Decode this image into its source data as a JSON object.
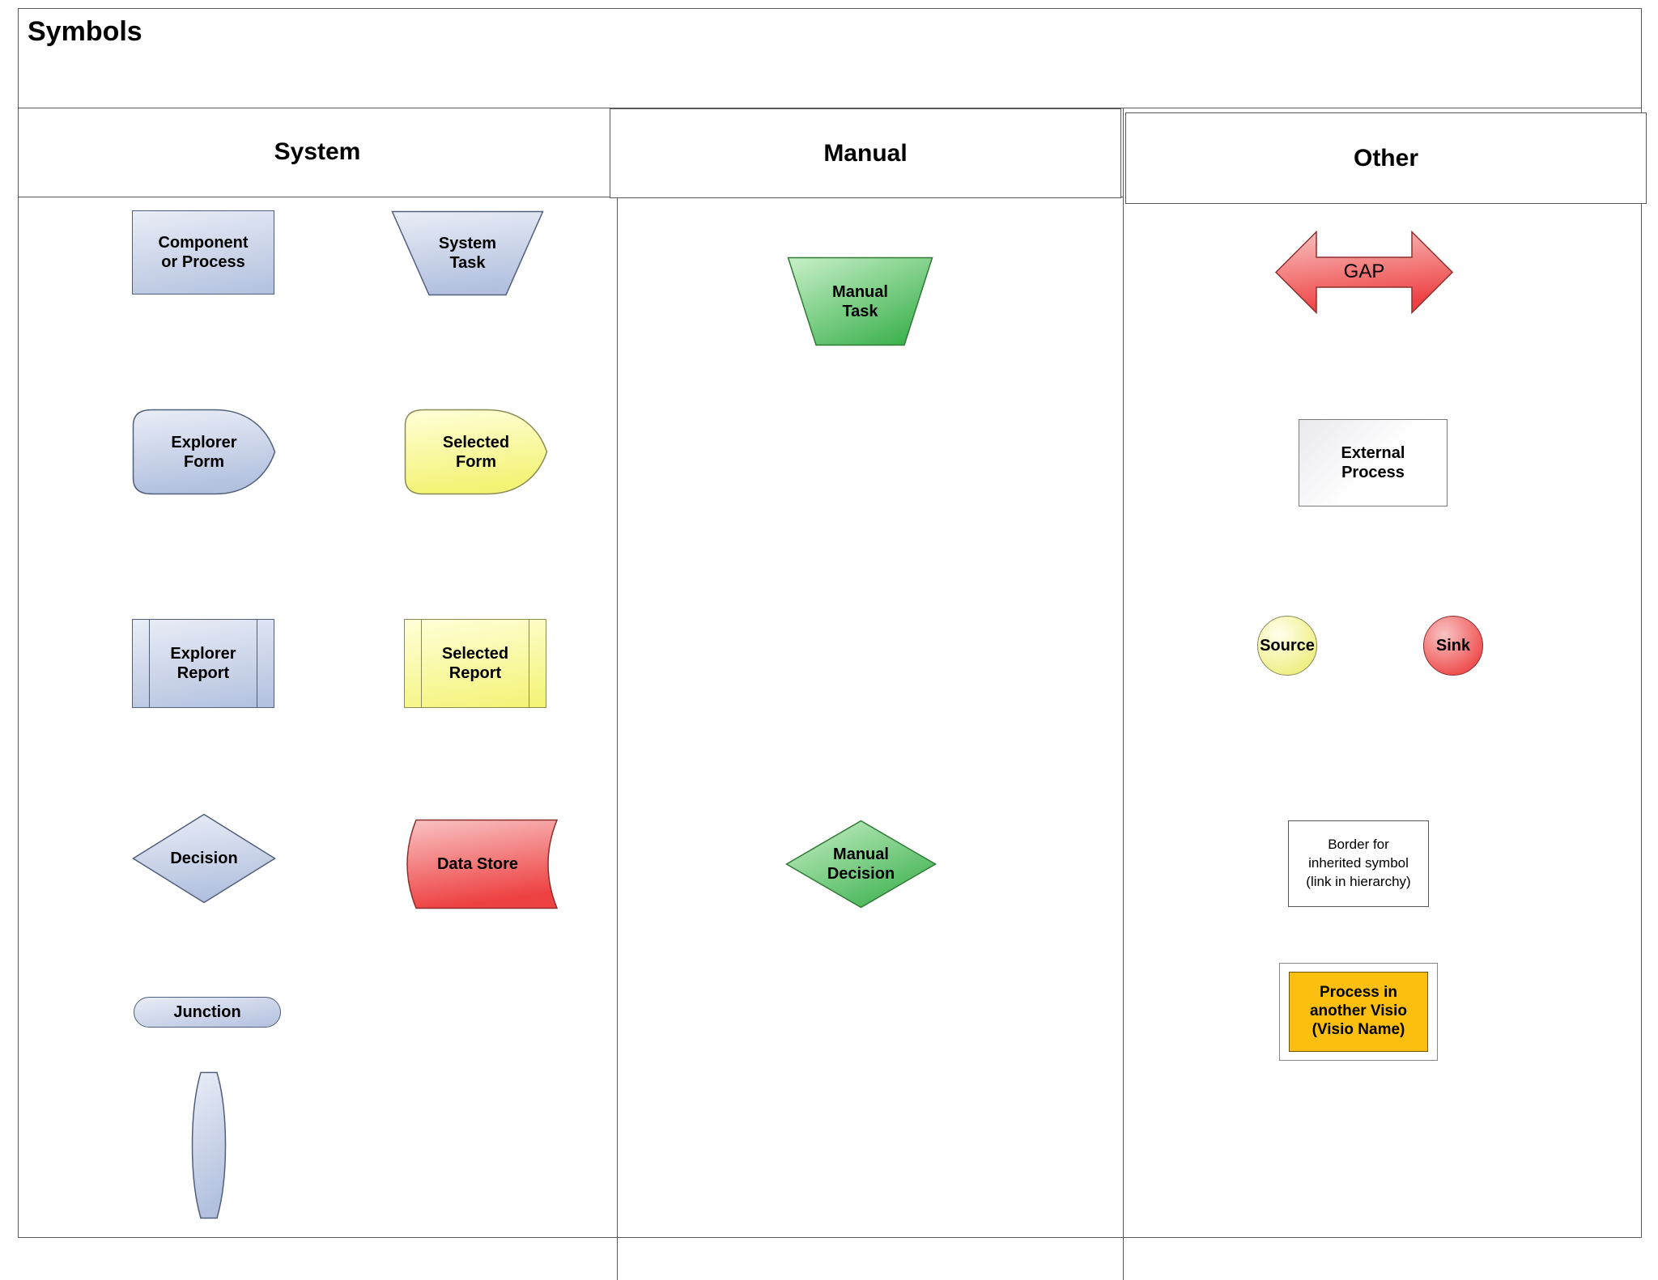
{
  "title": "Symbols",
  "headers": {
    "system": "System",
    "manual": "Manual",
    "other": "Other"
  },
  "system": {
    "component_process": "Component\nor Process",
    "system_task": "System\nTask",
    "explorer_form": "Explorer\nForm",
    "selected_form": "Selected\nForm",
    "explorer_report": "Explorer\nReport",
    "selected_report": "Selected\nReport",
    "decision": "Decision",
    "data_store": "Data Store",
    "junction": "Junction"
  },
  "manual": {
    "manual_task": "Manual\nTask",
    "manual_decision": "Manual\nDecision"
  },
  "other": {
    "gap": "GAP",
    "external_process": "External\nProcess",
    "source": "Source",
    "sink": "Sink",
    "border_inherited": "Border for\ninherited symbol\n(link in hierarchy)",
    "process_visio": "Process in\nanother Visio\n(Visio Name)"
  },
  "colors": {
    "line": "#595959",
    "blue-light": "#e9edf6",
    "blue-dark": "#b3c1df",
    "blue-stroke": "#51607a",
    "yellow-light": "#ffffd9",
    "yellow-dark": "#f3f375",
    "yellow-stroke": "#8a8a55",
    "green-light": "#c9f0c9",
    "green-dark": "#3fb350",
    "green-stroke": "#2f7a35",
    "red-light": "#f9c3c3",
    "red-dark": "#ee4141",
    "red-stroke": "#8c2e2e",
    "gold": "#fcbf10",
    "gold-stroke": "#6d5200",
    "gray-stroke": "#7a7a7a"
  }
}
